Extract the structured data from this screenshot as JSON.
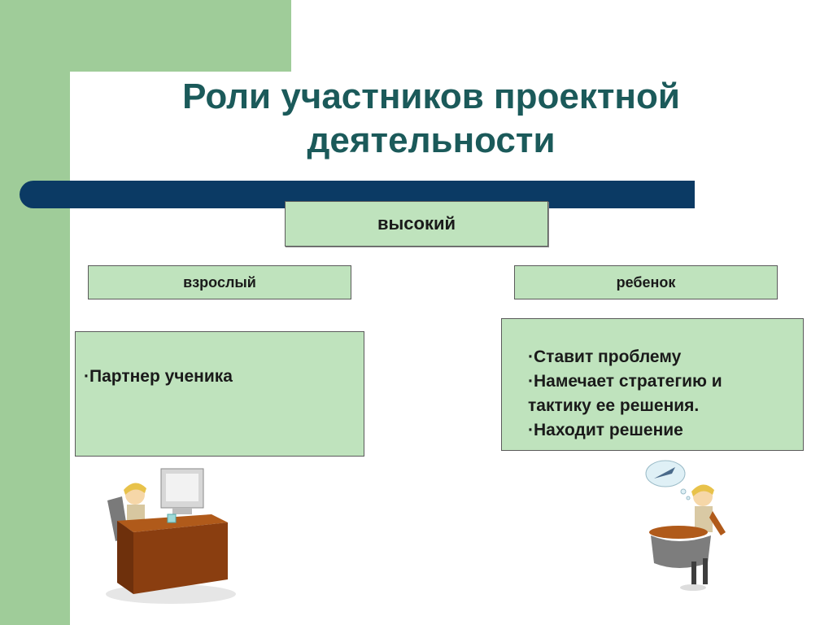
{
  "slide": {
    "title_line1": "Роли участников проектной",
    "title_line2": "деятельности"
  },
  "level_box": {
    "label": "высокий"
  },
  "adult": {
    "label": "взрослый",
    "items": [
      "·Партнер ученика"
    ]
  },
  "child": {
    "label": "ребенок",
    "items": [
      "·Ставит проблему",
      "·Намечает стратегию и",
      "тактику ее решения.",
      "·Находит решение"
    ]
  },
  "colors": {
    "green_panel": "#9fcc99",
    "box_fill": "#bfe3bd",
    "bar_navy": "#0b3a64",
    "title_teal": "#1b5a5a"
  },
  "icons": [
    "desk-computer-illustration",
    "thinking-student-illustration"
  ]
}
